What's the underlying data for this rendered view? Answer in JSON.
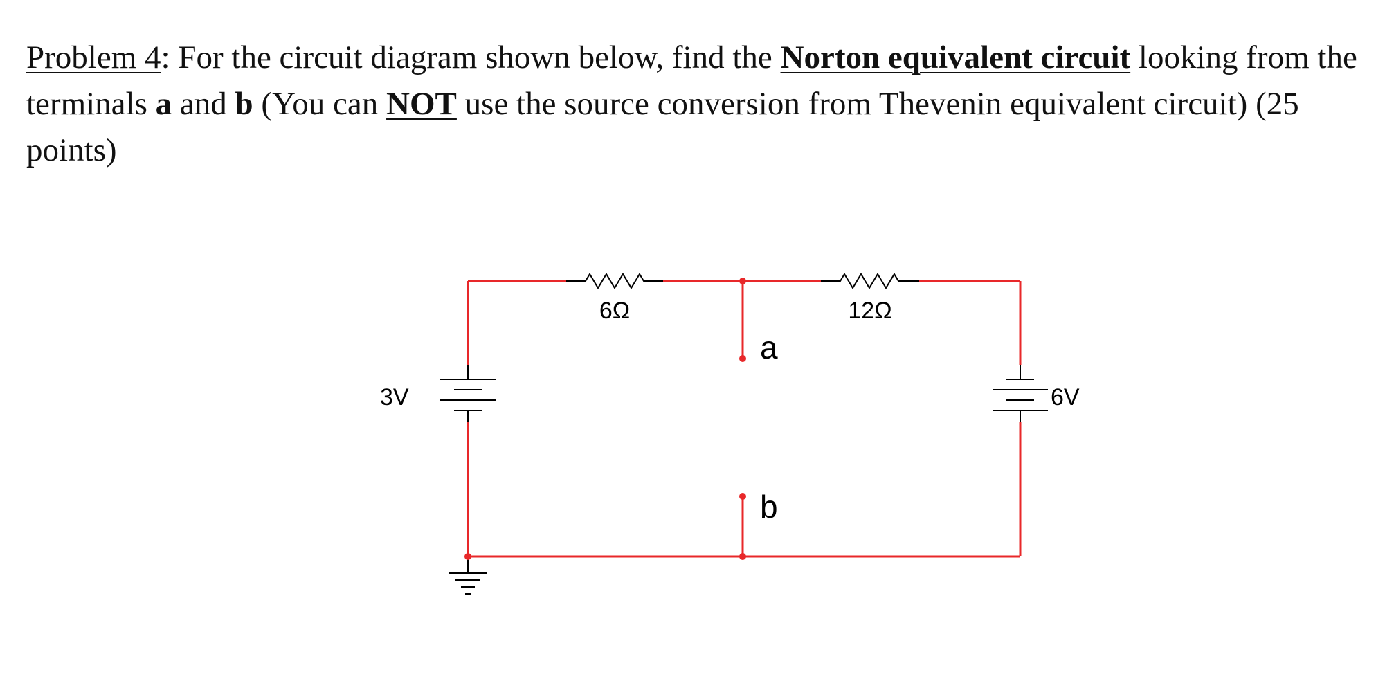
{
  "problem": {
    "label": "Problem 4",
    "intro": ":  For the circuit diagram shown below, find the ",
    "bold1": "Norton equivalent circuit",
    "mid1": " looking from the terminals ",
    "term_a": "a",
    "mid2": " and ",
    "term_b": "b",
    "mid3": " (You can ",
    "not_word": "NOT",
    "tail": " use the source conversion from Thevenin equivalent circuit) (25 points)"
  },
  "circuit": {
    "resistor_left": "6Ω",
    "resistor_right": "12Ω",
    "source_left": "3V",
    "source_right": "6V",
    "terminal_a": "a",
    "terminal_b": "b",
    "wire_color": "#e8282a",
    "component_color": "#000000"
  }
}
